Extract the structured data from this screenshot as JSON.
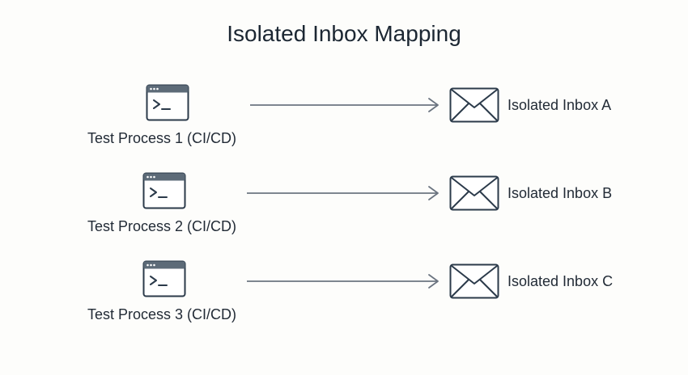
{
  "diagram": {
    "title": "Isolated Inbox Mapping",
    "rows": [
      {
        "process_label": "Test Process 1 (CI/CD)",
        "inbox_label": "Isolated Inbox A"
      },
      {
        "process_label": "Test Process 2 (CI/CD)",
        "inbox_label": "Isolated Inbox B"
      },
      {
        "process_label": "Test Process 3 (CI/CD)",
        "inbox_label": "Isolated Inbox C"
      }
    ],
    "colors": {
      "icon_stroke": "#2b3a4a",
      "terminal_header": "#5d6b78",
      "arrow": "#6b7480",
      "text": "#222b36"
    },
    "icons": {
      "process": "terminal-window-icon",
      "inbox": "envelope-icon"
    }
  }
}
